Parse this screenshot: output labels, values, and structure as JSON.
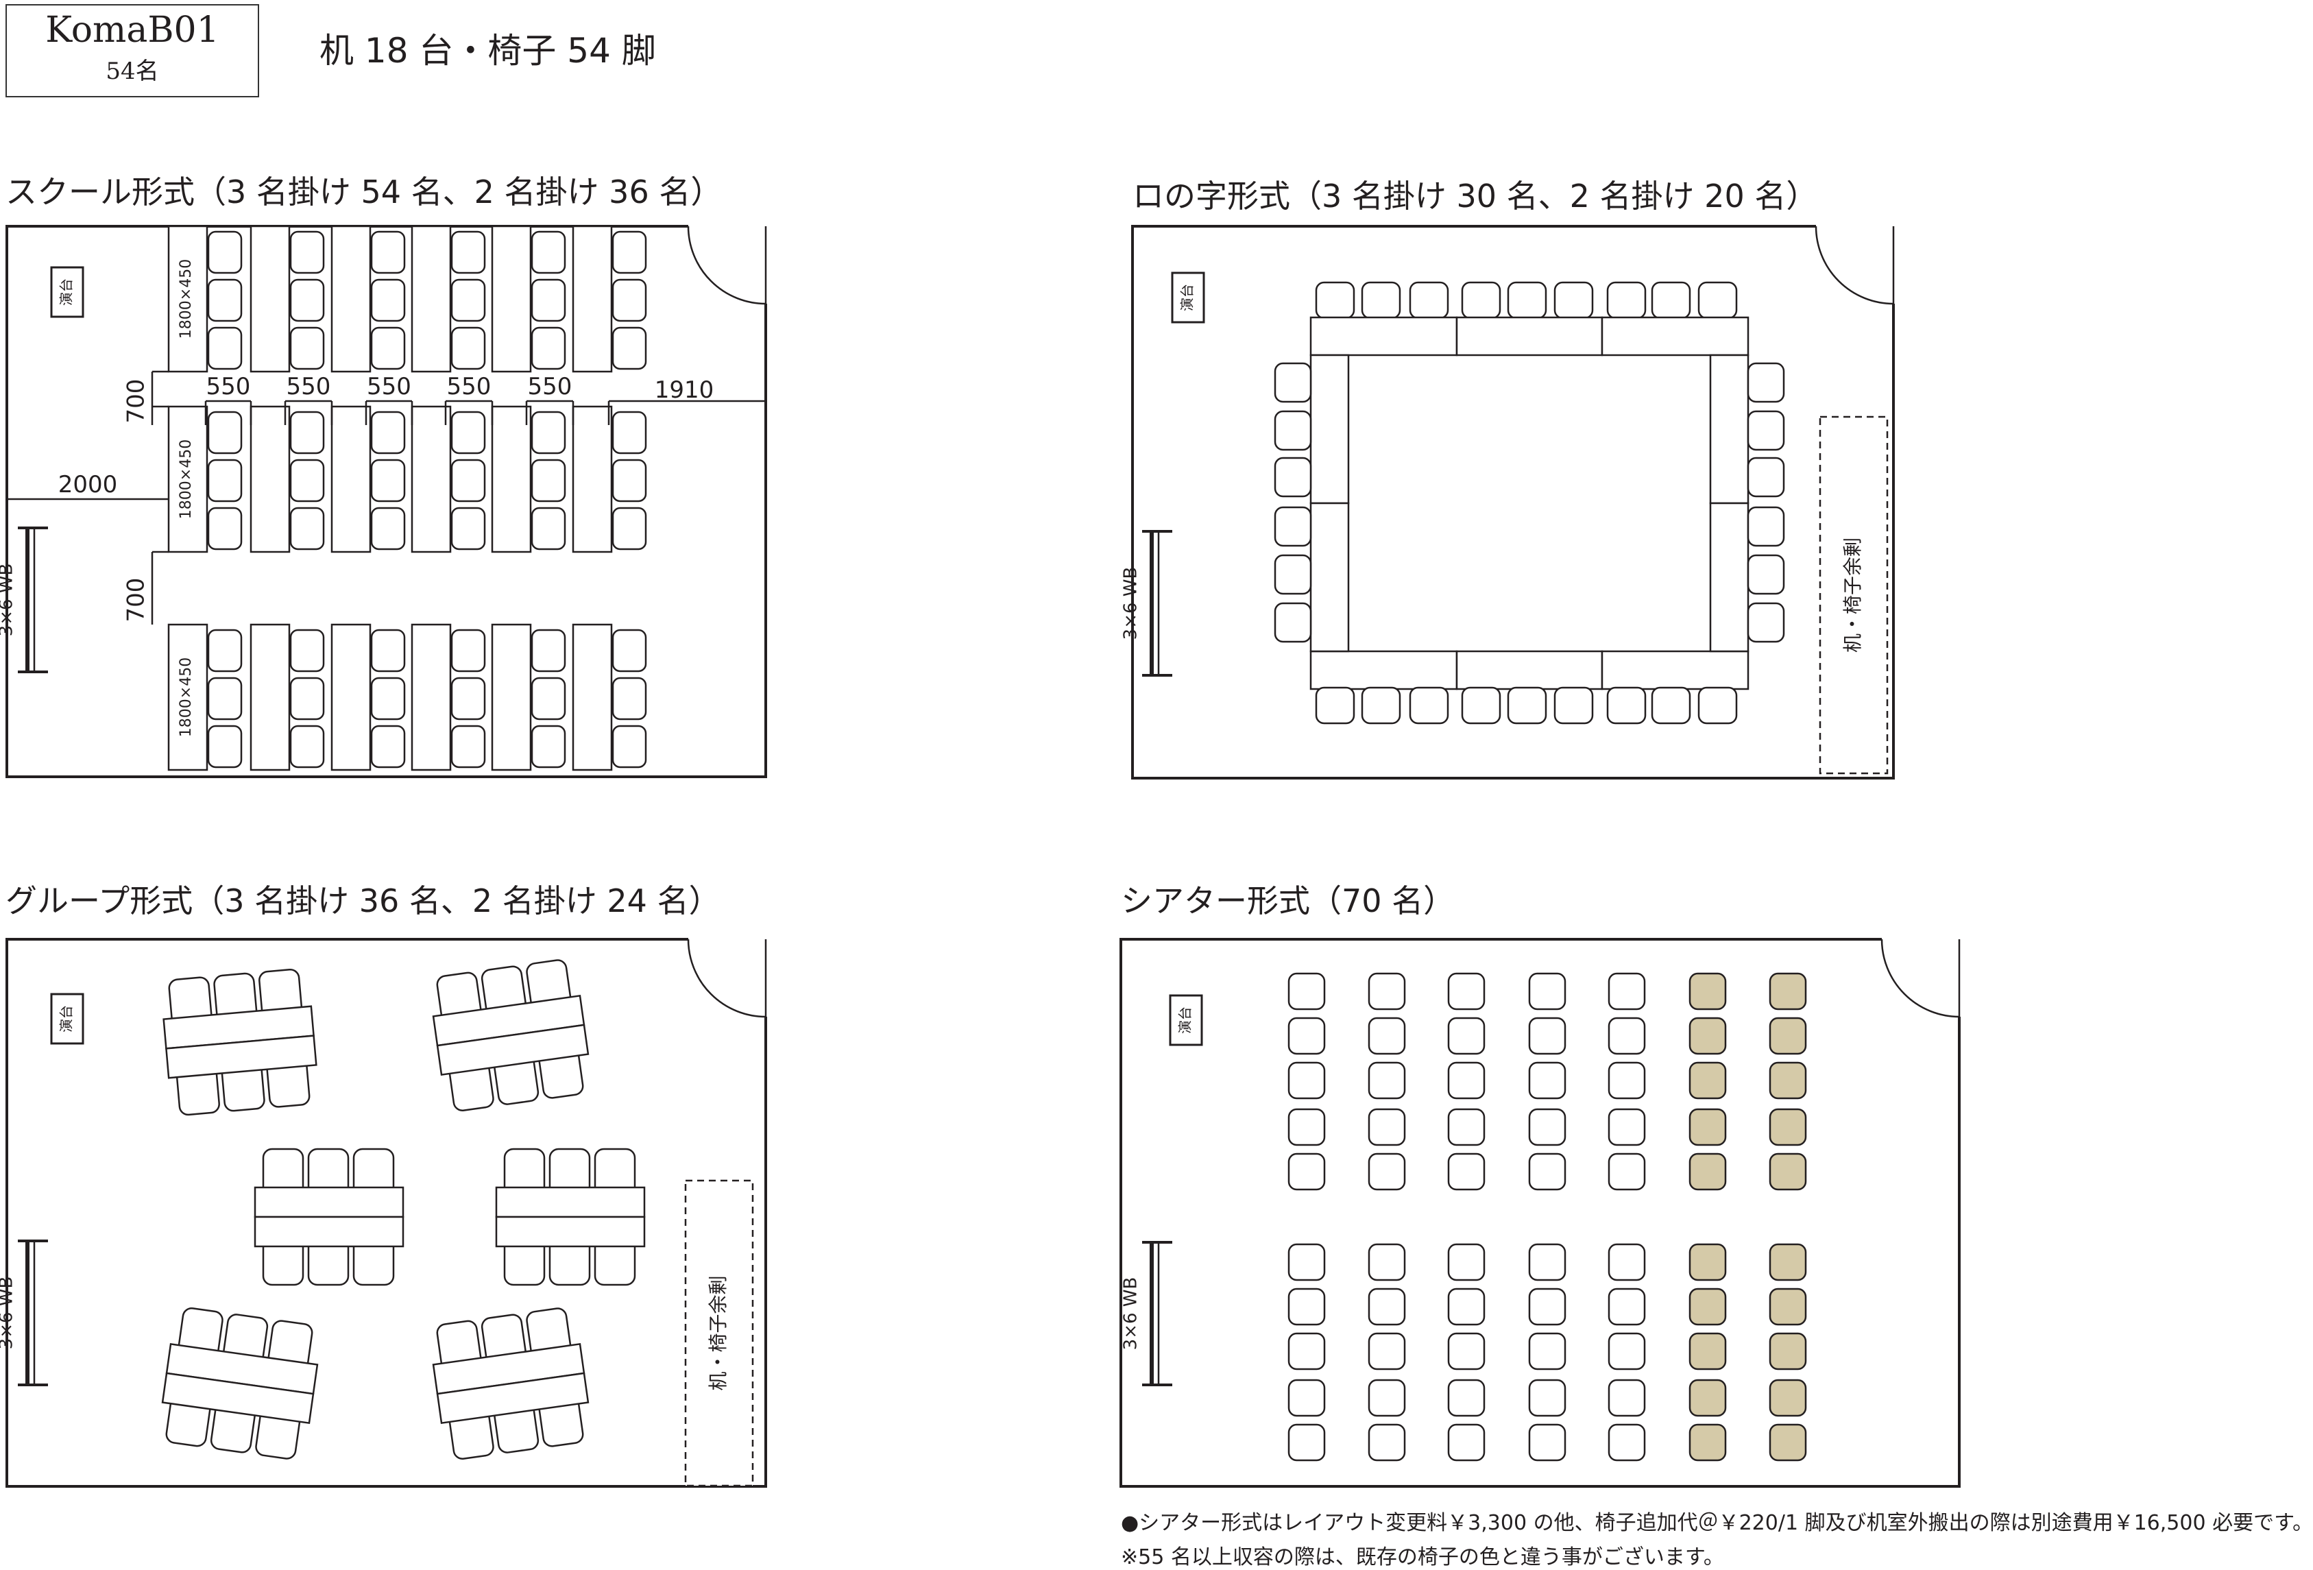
{
  "header": {
    "room_name": "KomaB01",
    "capacity": "54名",
    "summary": "机 18 台・椅子 54 脚"
  },
  "layouts": {
    "school": {
      "title": "スクール形式（3 名掛け 54 名、2 名掛け 36 名）"
    },
    "u_shape": {
      "title": "ロの字形式（3 名掛け 30 名、2 名掛け 20 名）"
    },
    "group": {
      "title": "グループ形式（3 名掛け 36 名、2 名掛け 24 名）"
    },
    "theater": {
      "title": "シアター形式（70 名）"
    }
  },
  "labels": {
    "podium": "演台",
    "whiteboard": "3×6 WB",
    "spare": "机・椅子余剰",
    "table_size": "1800×450"
  },
  "dimensions": {
    "gap_x": "550",
    "gap_y": "700",
    "right": "1910",
    "left": "2000"
  },
  "notes": {
    "line1": "●シアター形式はレイアウト変更料￥3,300 の他、椅子追加代＠￥220/1 脚及び机室外搬出の際は別途費用￥16,500 必要です。",
    "line2": "※55 名以上収容の際は、既存の椅子の色と違う事がございます。"
  },
  "colors": {
    "line": "#231f20",
    "extra_chair": "#d5caa8",
    "background": "#ffffff"
  }
}
